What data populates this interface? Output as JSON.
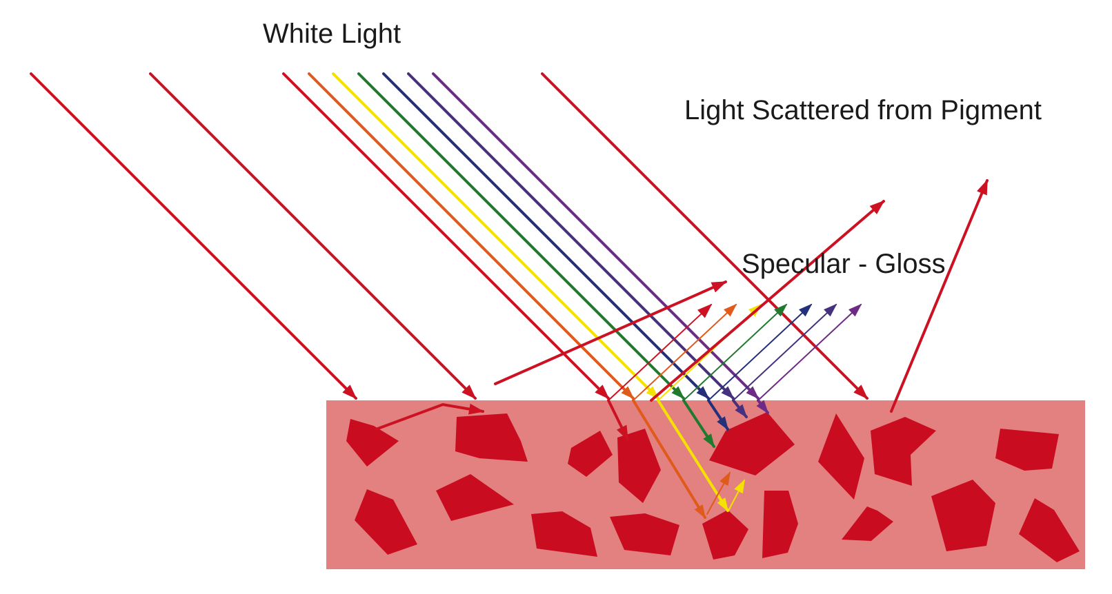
{
  "labels": {
    "white_light": "White Light",
    "scattered": "Light Scattered from Pigment",
    "specular": "Specular - Gloss"
  },
  "colors": {
    "medium": "#e38080",
    "pigment": "#c90c1f",
    "red": "#cc1122",
    "orange": "#e05a1c",
    "yellow": "#f5e200",
    "green": "#1f7a2e",
    "blue": "#24307a",
    "indigo": "#46317e",
    "violet": "#6e2b86",
    "text": "#1a1a1a"
  }
}
